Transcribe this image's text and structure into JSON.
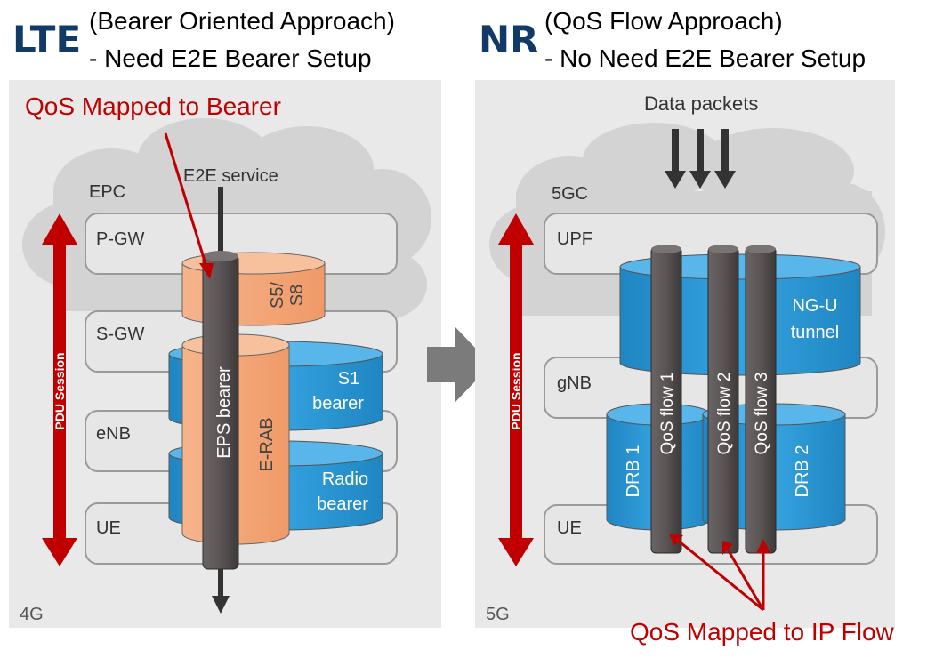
{
  "lte": {
    "title": "LTE",
    "subtitle_line1": "(Bearer Oriented Approach)",
    "subtitle_line2": "- Need E2E Bearer Setup",
    "annotation": "QoS Mapped to Bearer",
    "panel_label": "4G",
    "cloud_label": "EPC",
    "service_label": "E2E service",
    "pdu_label": "PDU Session",
    "layers": [
      "P-GW",
      "S-GW",
      "eNB",
      "UE"
    ],
    "s5s8": [
      "S5/",
      "S8"
    ],
    "s1": [
      "S1",
      "bearer"
    ],
    "radio": [
      "Radio",
      "bearer"
    ],
    "erab": "E-RAB",
    "eps": "EPS bearer"
  },
  "nr": {
    "title": "NR",
    "subtitle_line1": "(QoS Flow Approach)",
    "subtitle_line2": "- No Need E2E Bearer Setup",
    "annotation": "QoS Mapped to IP Flow",
    "panel_label": "5G",
    "cloud_label": "5GC",
    "data_packets": "Data packets",
    "pdu_label": "PDU Session",
    "layers": [
      "UPF",
      "gNB",
      "UE"
    ],
    "ngu": [
      "NG-U",
      "tunnel"
    ],
    "drb1": "DRB 1",
    "drb2": "DRB 2",
    "flows": [
      "QoS flow 1",
      "QoS flow 2",
      "QoS flow 3"
    ]
  },
  "colors": {
    "title": "#123a66",
    "accent_red": "#c00000",
    "bearer_blue": "#2f9bd6",
    "erab_orange": "#f4a97a",
    "pipe_gray": "#5b5555",
    "panel_bg": "#e9e9e9",
    "arrow_gray": "#7b7b7b"
  }
}
